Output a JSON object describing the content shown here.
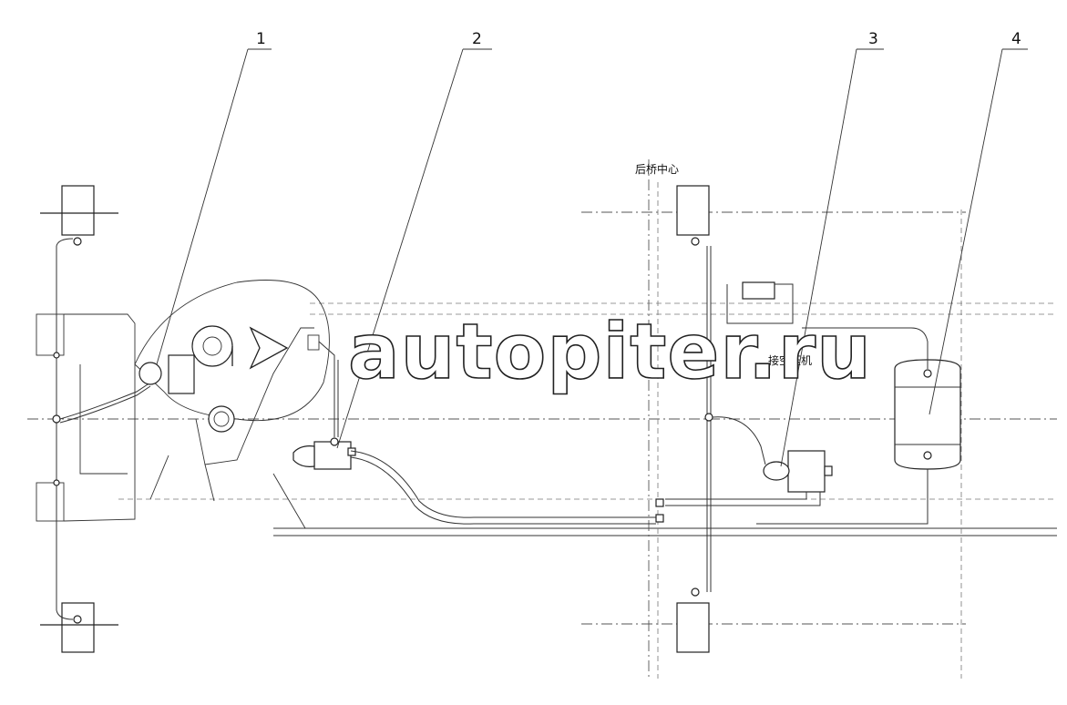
{
  "callouts": [
    "1",
    "2",
    "3",
    "4"
  ],
  "annotations": {
    "rear_axle_center": "后桥中心",
    "to_compressor": "接空压机"
  },
  "watermark": "autopiter.ru",
  "colors": {
    "line": "#222222",
    "background": "#ffffff"
  }
}
